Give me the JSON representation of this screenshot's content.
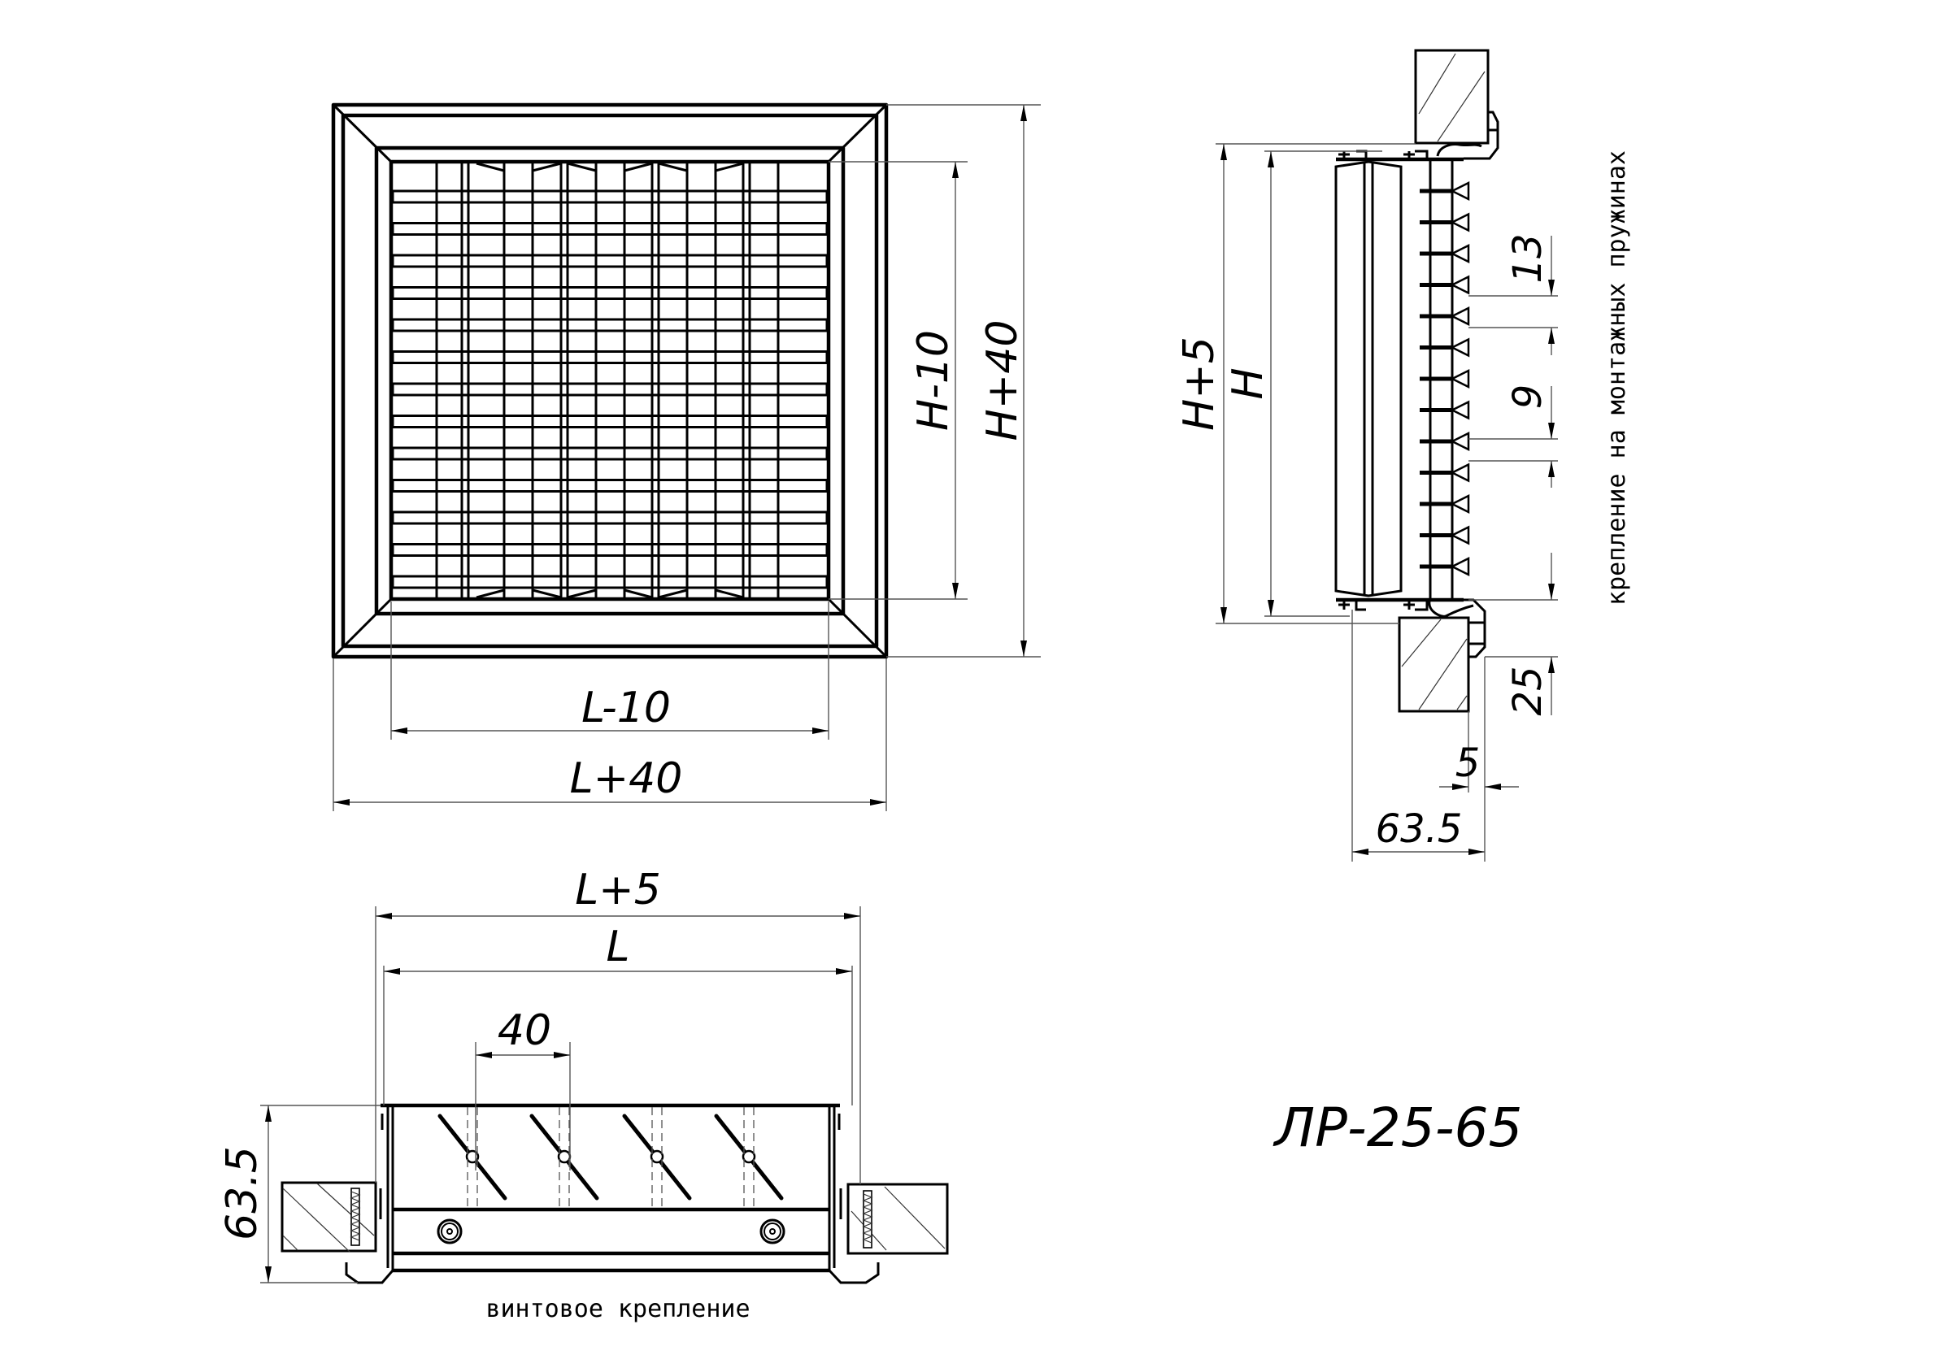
{
  "title": "ЛР-25-65",
  "front_view": {
    "dim_inner_width": "L-10",
    "dim_outer_width": "L+40",
    "dim_inner_height": "H-10",
    "dim_outer_height": "H+40"
  },
  "side_view": {
    "dim_h_plus": "H+5",
    "dim_h": "H",
    "dim_pitch": "13",
    "dim_gap": "9",
    "dim_wall": "25",
    "dim_offset": "5",
    "dim_depth": "63.5",
    "note": "крепление на монтажных пружинах"
  },
  "section_view": {
    "dim_outer": "L+5",
    "dim_inner": "L",
    "dim_blade_pitch": "40",
    "dim_depth": "63.5",
    "note": "винтовое крепление"
  },
  "colors": {
    "line": "#000000",
    "dimension_line": "#555555",
    "background": "#ffffff"
  }
}
